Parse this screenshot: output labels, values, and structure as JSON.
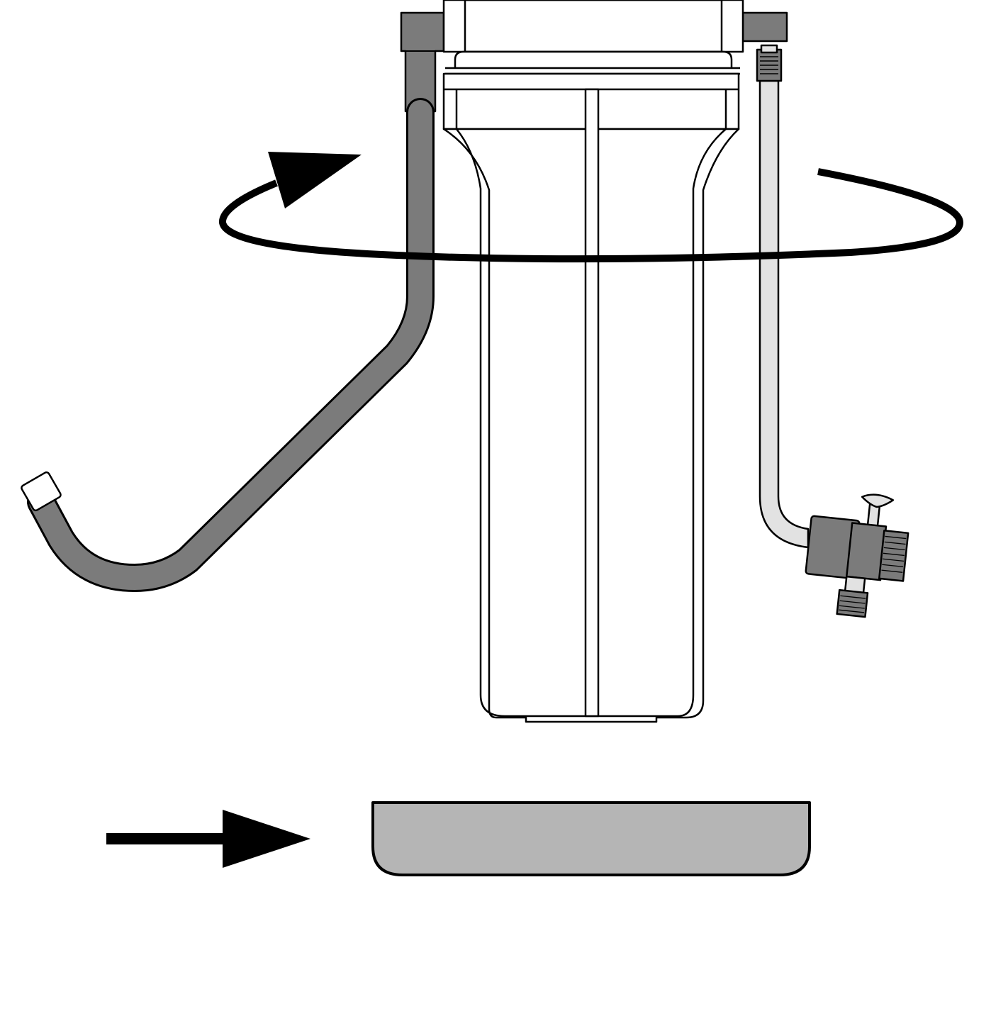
{
  "diagram": {
    "kind": "installation-illustration",
    "labels": [],
    "components": [
      "filter-head",
      "filter-housing-sump",
      "inlet-hose",
      "outlet-tube",
      "shutoff-valve",
      "drip-tray",
      "rotation-arrow",
      "direction-arrow"
    ],
    "colors": {
      "outline": "#000000",
      "background": "#ffffff",
      "inlet_hose": "#7b7b7b",
      "outlet_tube": "#e2e2e2",
      "valve": "#7b7b7b",
      "tray": "#b5b5b5"
    }
  }
}
